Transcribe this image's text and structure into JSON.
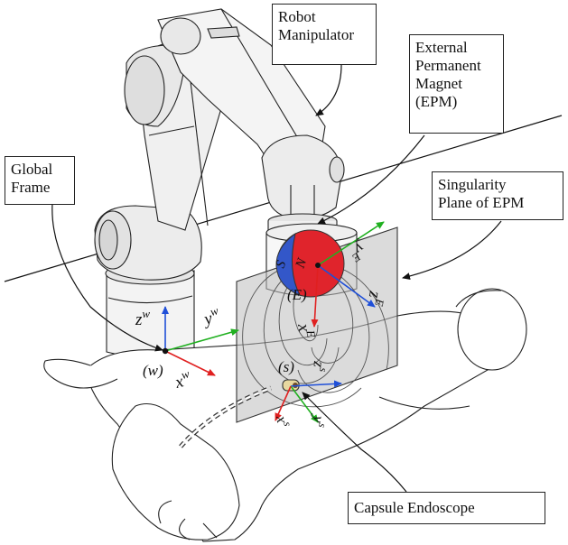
{
  "callouts": {
    "robot": [
      "Robot",
      "Manipulator"
    ],
    "epm": [
      "External",
      "Permanent",
      "Magnet",
      "(EPM)"
    ],
    "global": [
      "Global",
      "Frame"
    ],
    "singularity": [
      "Singularity",
      "Plane of EPM"
    ],
    "capsule": [
      "Capsule Endoscope"
    ]
  },
  "magnet": {
    "south_pole": "S",
    "north_pole": "N"
  },
  "frames": {
    "world": {
      "origin": "(w)",
      "x": "x",
      "y": "y",
      "z": "z",
      "sup": "w"
    },
    "epm": {
      "origin": "(E)",
      "x": "x",
      "y": "y",
      "z": "z",
      "sup": "E"
    },
    "capsule": {
      "origin": "(s)",
      "x": "x",
      "y": "y",
      "z": "z",
      "sup": "s"
    }
  },
  "colors": {
    "x_axis": "#e02020",
    "y_axis": "#20b020",
    "z_axis": "#1f4fd8",
    "magnet_north": "#e0242c",
    "magnet_south": "#3357c9"
  }
}
